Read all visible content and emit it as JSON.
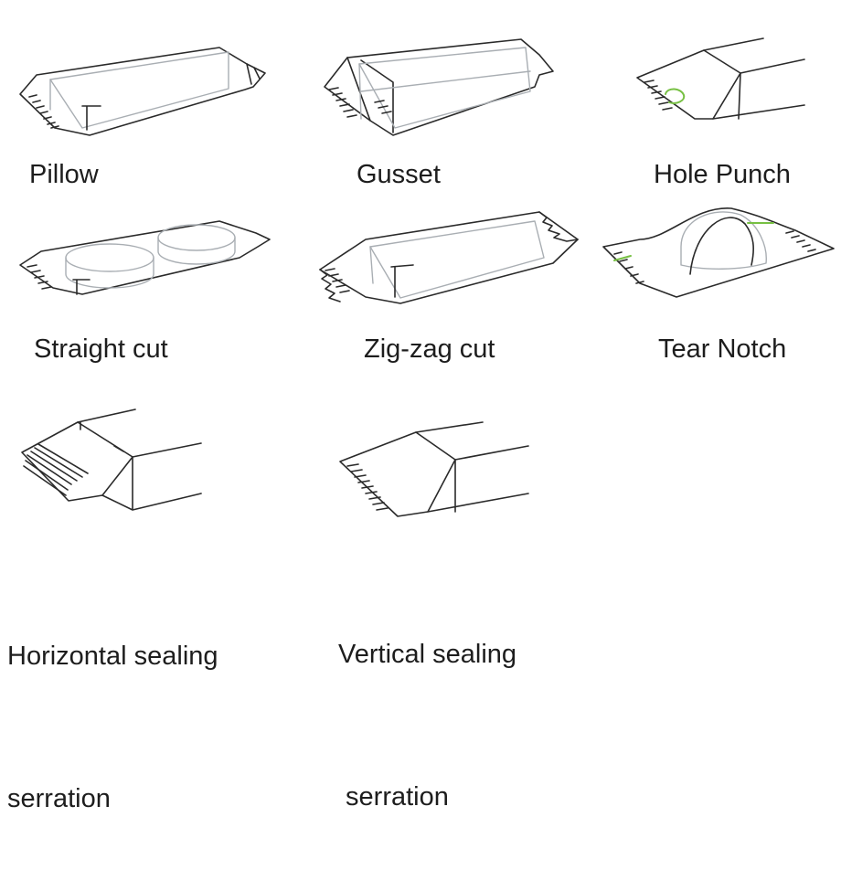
{
  "colors": {
    "outline": "#2a2a2a",
    "product": "#a9aeb3",
    "accent": "#77c043"
  },
  "items": [
    {
      "label": "Pillow"
    },
    {
      "label": "Gusset"
    },
    {
      "label": "Hole Punch"
    },
    {
      "label": "Straight cut"
    },
    {
      "label": "Zig-zag cut"
    },
    {
      "label": "Tear Notch"
    },
    {
      "label_lines": [
        "Horizontal sealing",
        "serration"
      ]
    },
    {
      "label_lines": [
        "Vertical sealing",
        " serration"
      ]
    }
  ]
}
